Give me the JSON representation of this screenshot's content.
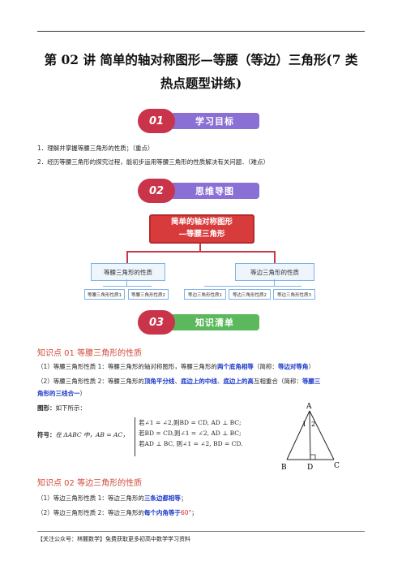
{
  "header": {
    "title_line1": "第 02 讲  简单的轴对称图形—等腰（等边）三角形(7 类",
    "title_line2": "热点题型讲练)"
  },
  "section1": {
    "num": "01",
    "label": "学习目标",
    "color": "#8a6fd4"
  },
  "objectives": [
    "1．理解并掌握等腰三角形的性质；（重点）",
    "2．经历等腰三角形的探究过程，能初步运用等腰三角形的性质解决有关问题．（难点）"
  ],
  "section2": {
    "num": "02",
    "label": "思维导图",
    "color": "#8a6fd4"
  },
  "mindmap": {
    "root_line1": "简单的轴对称图形",
    "root_line2": "—等腰三角形",
    "left_branch": "等腰三角形的性质",
    "right_branch": "等边三角形的性质",
    "left_leaves": [
      "等腰三角形性质1",
      "等腰三角形性质2"
    ],
    "right_leaves": [
      "等边三角形性质1",
      "等边三角形性质2",
      "等边三角形性质3"
    ]
  },
  "section3": {
    "num": "03",
    "label": "知识清单",
    "color": "#5cb85c"
  },
  "kp1": {
    "heading": "知识点 01    等腰三角形的性质",
    "p1_a": "（1）等腰三角形性质 1：等腰三角形的轴对称图形，等腰三角形的",
    "p1_b": "两个底角相等",
    "p1_c": "（简称：",
    "p1_d": "等边对等角",
    "p1_e": "）",
    "p2_a": "（2）等腰三角形性质 2：等腰三角形的",
    "p2_b": "顶角平分线",
    "p2_c": "、",
    "p2_d": "底边上的中线",
    "p2_e": "、",
    "p2_f": "底边上的高",
    "p2_g": "互相重合（简称：",
    "p2_h": "等腰三",
    "p2_i": "角形的三线合一",
    "p2_j": "）",
    "figure_label": "图形：",
    "figure_text": "如下所示：",
    "symbol_label": "符号：",
    "symbol_text": "在 ΔABC 中，AB = AC，",
    "cond1": "若∠1 = ∠2,则BD = CD, AD ⊥ BC;",
    "cond2": "若BD = CD,则∠1 = ∠2, AD ⊥ BC;",
    "cond3": "若AD ⊥ BC,   则∠1 = ∠2, BD = CD.",
    "pts": {
      "A": "A",
      "B": "B",
      "C": "C",
      "D": "D",
      "a1": "1",
      "a2": "2"
    }
  },
  "kp2": {
    "heading": "知识点 02    等边三角形的性质",
    "p1_a": "（1）等边三角形性质 1：等边三角形的",
    "p1_b": "三条边都相等",
    "p1_c": "；",
    "p2_a": "（2）等边三角形性质 2：等边三角形的",
    "p2_b": "每个内角等于",
    "p2_c": "60°",
    "p2_d": "；"
  },
  "footer": {
    "text": "【关注公众号：林麓数学】免费获取更多初高中数学学习资料"
  }
}
